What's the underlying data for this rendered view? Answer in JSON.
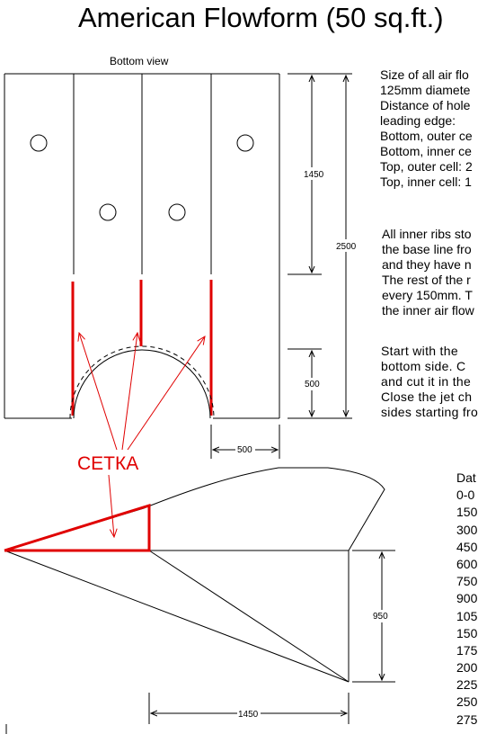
{
  "title": "American Flowform (50 sq.ft.)",
  "bottom_view_label": "Bottom view",
  "dimensions": {
    "d1450_top": "1450",
    "d2500": "2500",
    "d500_vert": "500",
    "d500_horiz": "500",
    "d950": "950",
    "d1450_bottom": "1450"
  },
  "mesh_label": "СЕТКА",
  "notes_size": [
    "Size of all air flo",
    "125mm diamete",
    "Distance of hole",
    "leading edge:",
    "Bottom, outer ce",
    "Bottom, inner ce",
    "Top, outer cell: 2",
    "Top, inner cell: 1"
  ],
  "notes_ribs": [
    "All inner ribs sto",
    "the base line fro",
    "and they have n",
    "The rest of the r",
    "every 150mm. T",
    "the inner air flow"
  ],
  "notes_start": [
    "Start with the",
    "bottom side. C",
    "and cut it in the",
    "Close the jet ch",
    "sides starting fro"
  ],
  "data_table": [
    "Dat",
    "0-0",
    "150",
    "300",
    "450",
    "600",
    "750",
    "900",
    "105",
    "150",
    "175",
    "200",
    "225",
    "250",
    "275"
  ],
  "colors": {
    "accent_red": "#e00000",
    "line": "#000000"
  }
}
